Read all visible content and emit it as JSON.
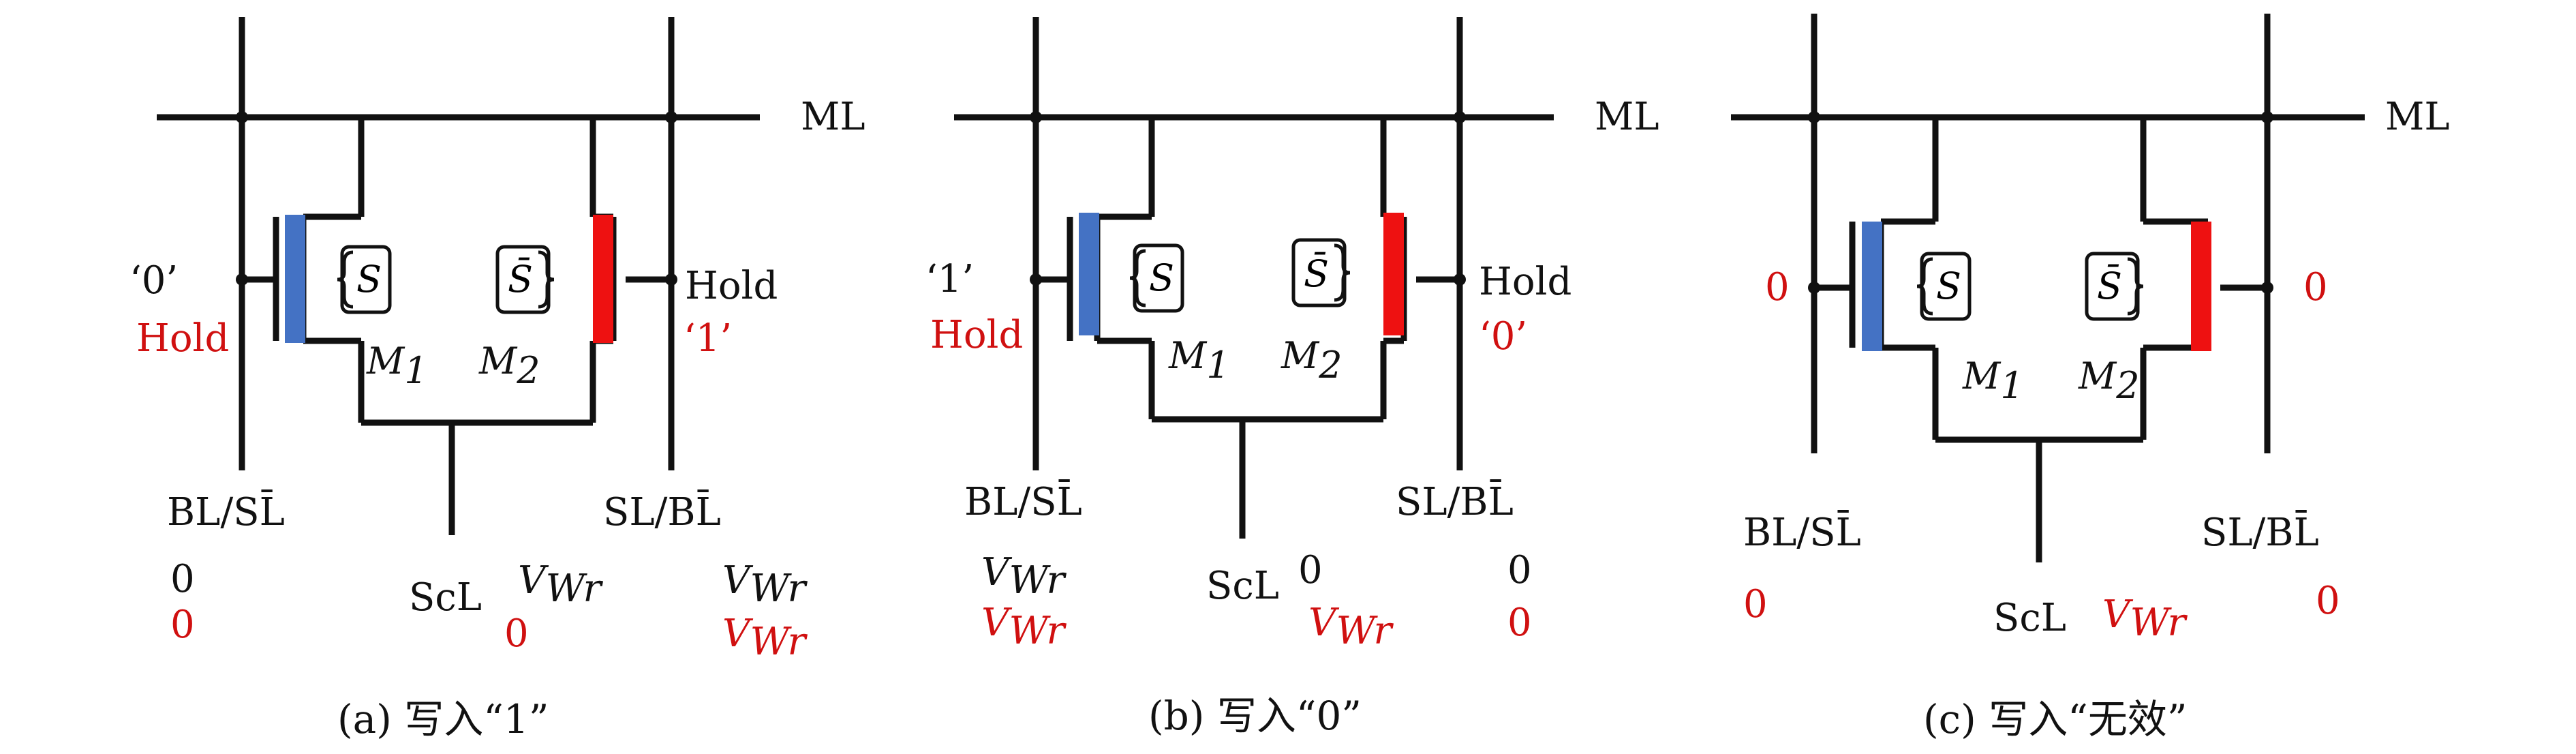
{
  "colors": {
    "line": "#111111",
    "black_text": "#111111",
    "red_text": "#d01010",
    "blue_gate": "#4472c4",
    "red_gate": "#ee1111"
  },
  "panels": [
    {
      "id": "a",
      "caption": "(a) 写入“1”",
      "ml_label": "ML",
      "gate_symbol_left": "S",
      "gate_symbol_right": "S̄",
      "m1": "M",
      "m1_sub": "1",
      "m2": "M",
      "m2_sub": "2",
      "left_pin_top": "‘0’",
      "left_pin_bottom": "Hold",
      "right_pin_top": "Hold",
      "right_pin_bottom": "‘1’",
      "left_line_label": "BL/SL̄",
      "right_line_label": "SL/BL̄",
      "scl_label": "ScL",
      "left_v1": "0",
      "left_v2": "0",
      "scl_v1_main": "V",
      "scl_v1_sub": "Wr",
      "scl_v2": "0",
      "right_v1_main": "V",
      "right_v1_sub": "Wr",
      "right_v2_main": "V",
      "right_v2_sub": "Wr"
    },
    {
      "id": "b",
      "caption": "(b) 写入“0”",
      "ml_label": "ML",
      "gate_symbol_left": "S",
      "gate_symbol_right": "S̄",
      "m1": "M",
      "m1_sub": "1",
      "m2": "M",
      "m2_sub": "2",
      "left_pin_top": "‘1’",
      "left_pin_bottom": "Hold",
      "right_pin_top": "Hold",
      "right_pin_bottom": "‘0’",
      "left_line_label": "BL/SL̄",
      "right_line_label": "SL/BL̄",
      "scl_label": "ScL",
      "left_v1_main": "V",
      "left_v1_sub": "Wr",
      "left_v2_main": "V",
      "left_v2_sub": "Wr",
      "scl_v1": "0",
      "scl_v2_main": "V",
      "scl_v2_sub": "Wr",
      "right_v1": "0",
      "right_v2": "0"
    },
    {
      "id": "c",
      "caption": "(c) 写入“无效”",
      "ml_label": "ML",
      "gate_symbol_left": "S",
      "gate_symbol_right": "S̄",
      "m1": "M",
      "m1_sub": "1",
      "m2": "M",
      "m2_sub": "2",
      "left_pin": "0",
      "right_pin": "0",
      "left_line_label": "BL/SL̄",
      "right_line_label": "SL/BL̄",
      "scl_label": "ScL",
      "left_v": "0",
      "scl_v_main": "V",
      "scl_v_sub": "Wr",
      "right_v": "0"
    }
  ]
}
